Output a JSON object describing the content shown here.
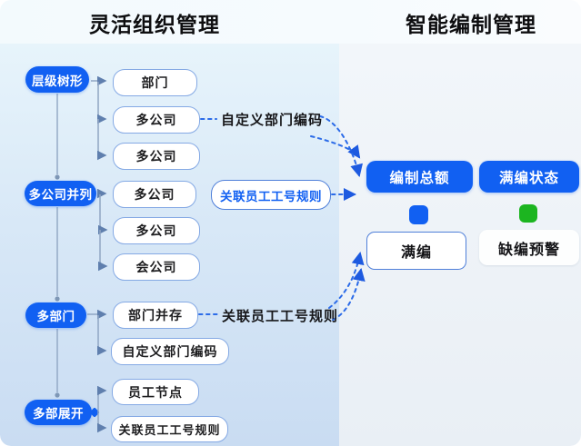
{
  "header": {
    "left_title": "灵活组织管理",
    "right_title": "智能编制管理"
  },
  "left_panel": {
    "pills": [
      {
        "label": "层级树形"
      },
      {
        "label": "多公司并列"
      },
      {
        "label": "多部门"
      },
      {
        "label": "多部展开"
      }
    ],
    "nodes": [
      {
        "label": "部门"
      },
      {
        "label": "多公司"
      },
      {
        "label": "多公司"
      },
      {
        "label": "多公司"
      },
      {
        "label": "多公司"
      },
      {
        "label": "会公司"
      },
      {
        "label": "部门并存"
      },
      {
        "label": "自定义部门编码"
      },
      {
        "label": "员工节点"
      },
      {
        "label": "关联员工工号规则"
      }
    ],
    "annotations": [
      {
        "label": "自定义部门编码",
        "style": "plain"
      },
      {
        "label": "关联员工工号规则",
        "style": "boxed"
      },
      {
        "label": "关联员工工号规则",
        "style": "plain"
      }
    ]
  },
  "right_panel": {
    "headers": [
      {
        "label": "编制总额"
      },
      {
        "label": "满编状态"
      }
    ],
    "legend": [
      {
        "name": "blue-indicator",
        "color": "#1160f2"
      },
      {
        "name": "green-indicator",
        "color": "#1cb520"
      }
    ],
    "statuses": [
      {
        "label": "满编"
      },
      {
        "label": "缺编预警"
      }
    ]
  },
  "colors": {
    "accent_blue": "#1160f2",
    "green": "#1cb520",
    "dashed_line": "#2b6be8",
    "tree_line": "#93a9c4"
  }
}
